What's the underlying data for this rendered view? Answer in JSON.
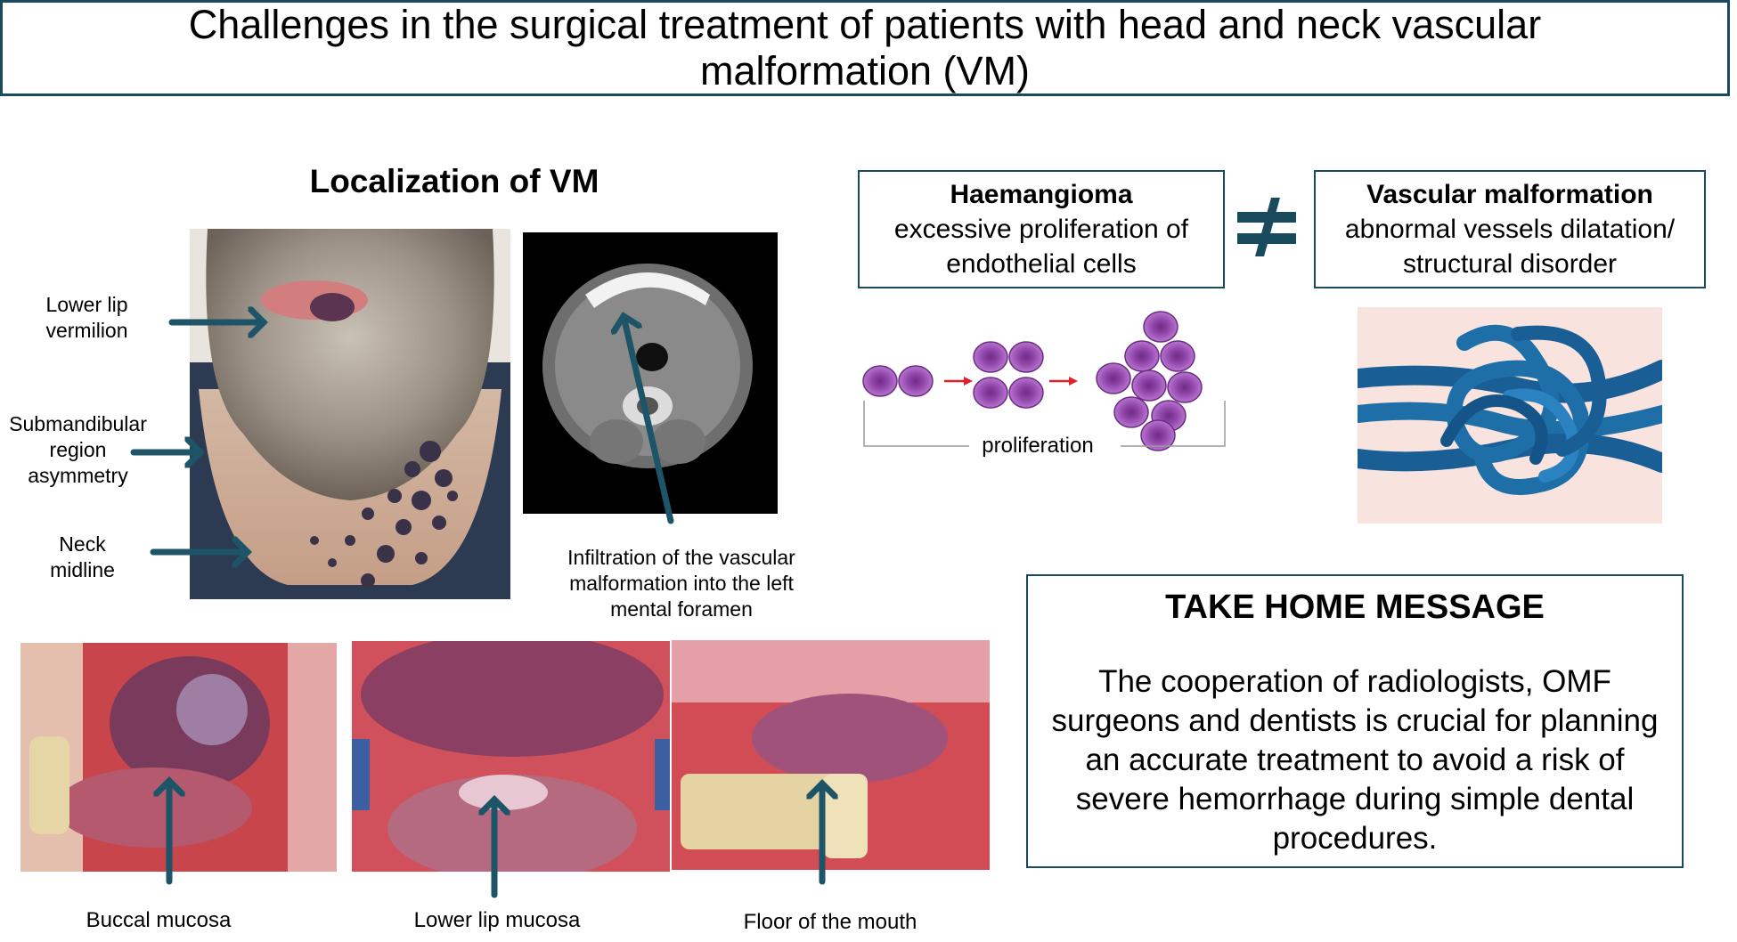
{
  "title": "Challenges in the surgical treatment of patients with head and neck vascular malformation (VM)",
  "localization": {
    "heading": "Localization of VM",
    "face_labels": {
      "lower_lip": "Lower lip\nvermilion",
      "submandibular": "Submandibular\nregion\nasymmetry",
      "neck": "Neck\nmidline"
    },
    "ct_caption": "Infiltration of the vascular\nmalformation into the left\nmental foramen",
    "oral_captions": {
      "buccal": "Buccal mucosa",
      "lower_lip_mucosa": "Lower lip mucosa",
      "floor": "Floor of the mouth"
    }
  },
  "comparison": {
    "haemangioma": {
      "heading": "Haemangioma",
      "text": "excessive proliferation of\nendothelial cells"
    },
    "not_equal_symbol": "not-equal",
    "vascular_malformation": {
      "heading": "Vascular malformation",
      "text": "abnormal vessels dilatation/\nstructural disorder"
    },
    "proliferation_label": "proliferation"
  },
  "take_home": {
    "heading": "TAKE HOME MESSAGE",
    "text": "The cooperation of radiologists, OMF surgeons and dentists is crucial for planning an accurate treatment to avoid a risk of severe hemorrhage during simple dental procedures."
  },
  "colors": {
    "accent": "#1a4a5e",
    "arrow": "#1d5468",
    "cell": "#9b4fb5",
    "red_arrow": "#e0202a",
    "vessel": "#1e6fa8"
  }
}
